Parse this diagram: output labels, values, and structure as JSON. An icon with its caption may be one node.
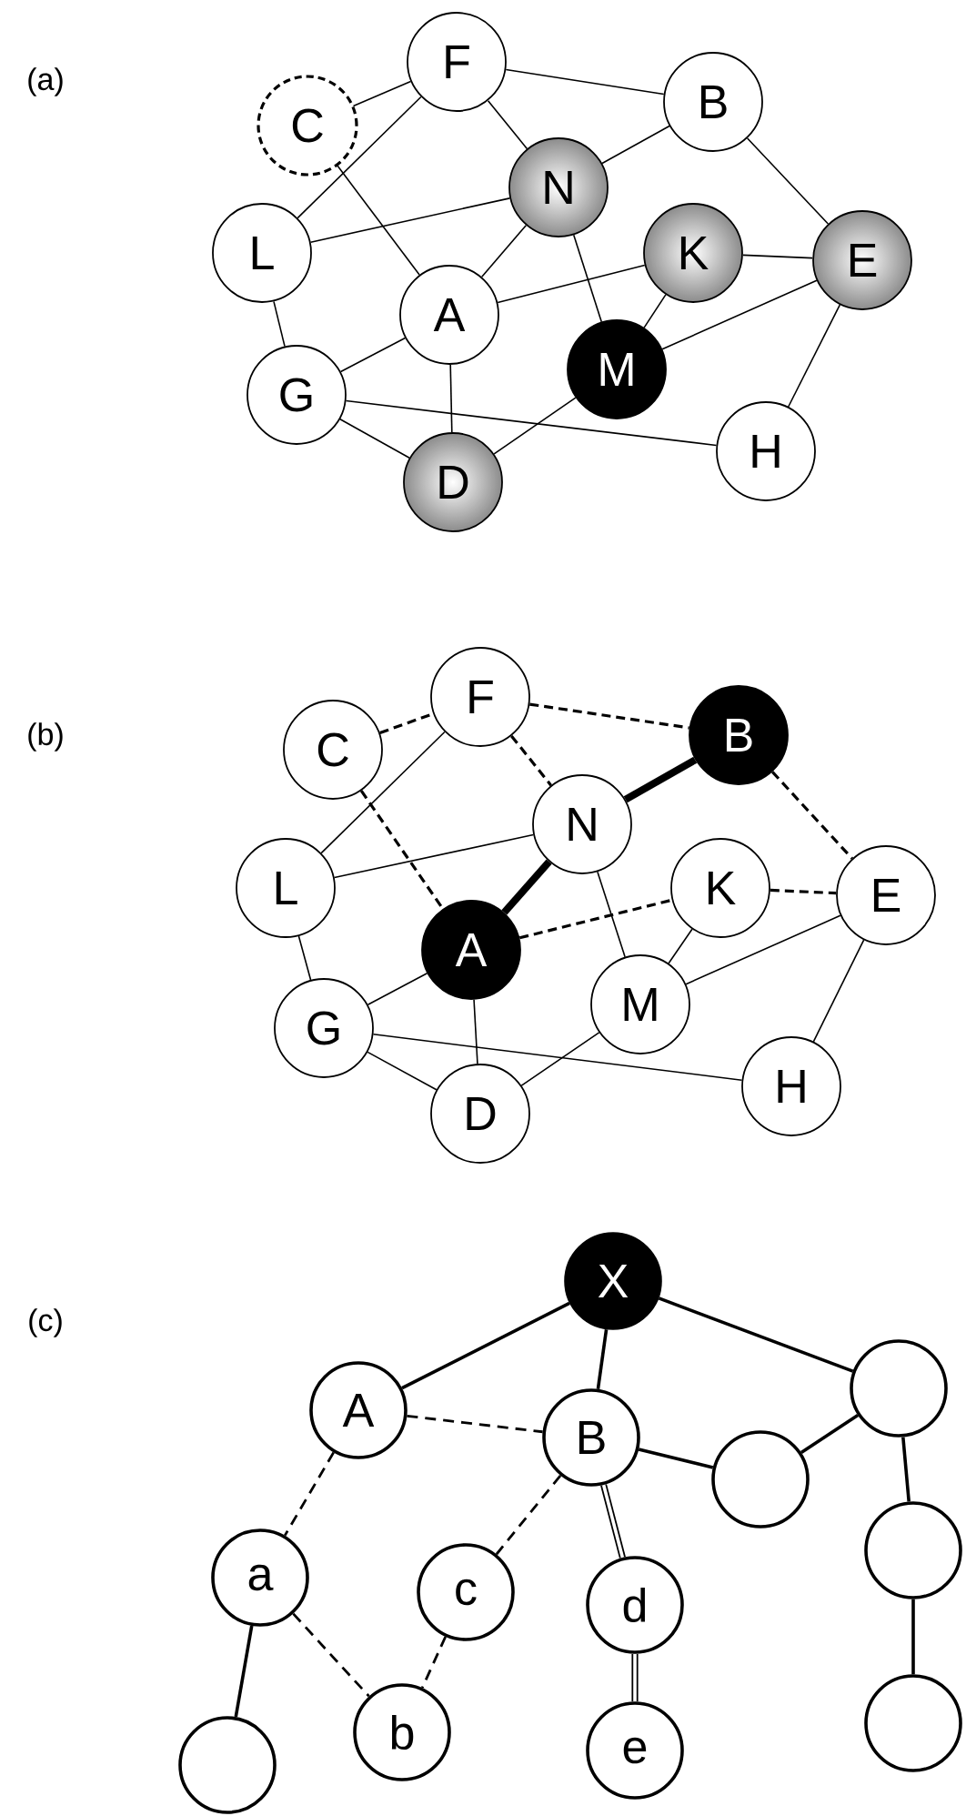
{
  "diagram": {
    "nodes": [
      {
        "text": [
          "F"
        ]
      },
      {
        "text": [
          "B"
        ]
      },
      {
        "text": [
          "C"
        ]
      },
      {
        "text": [
          "N"
        ]
      },
      {
        "text": [
          "L"
        ]
      },
      {
        "text": [
          "K"
        ]
      },
      {
        "text": [
          "E"
        ]
      },
      {
        "text": [
          "A"
        ]
      },
      {
        "text": [
          "M"
        ]
      },
      {
        "text": [
          "G"
        ]
      },
      {
        "text": [
          "H"
        ]
      },
      {
        "text": [
          "D"
        ]
      },
      {
        "text": [
          "F"
        ]
      },
      {
        "text": [
          "B"
        ]
      },
      {
        "text": [
          "C"
        ]
      },
      {
        "text": [
          "N"
        ]
      },
      {
        "text": [
          "L"
        ]
      },
      {
        "text": [
          "K"
        ]
      },
      {
        "text": [
          "E"
        ]
      },
      {
        "text": [
          "A"
        ]
      },
      {
        "text": [
          "M"
        ]
      },
      {
        "text": [
          "G"
        ]
      },
      {
        "text": [
          "H"
        ]
      },
      {
        "text": [
          "D"
        ]
      },
      {
        "text": [
          "X"
        ]
      },
      {
        "text": [],
        "shape": "circle"
      },
      {
        "text": [
          "A"
        ]
      },
      {
        "text": [
          "B"
        ]
      },
      {
        "text": [],
        "shape": "circle"
      },
      {
        "text": [],
        "shape": "circle"
      },
      {
        "text": [
          "a"
        ]
      },
      {
        "text": [
          "c"
        ]
      },
      {
        "text": [
          "d"
        ]
      },
      {
        "text": [],
        "shape": "circle"
      },
      {
        "text": [
          "b"
        ]
      },
      {
        "text": [
          "e"
        ]
      },
      {
        "text": [],
        "shape": "circle"
      }
    ],
    "edges": [
      {
        "from": 2,
        "to": 0,
        "arrow": "none"
      },
      {
        "from": 0,
        "to": 1,
        "arrow": "none"
      },
      {
        "from": 0,
        "to": 3,
        "arrow": "none"
      },
      {
        "from": 0,
        "to": 4,
        "arrow": "none"
      },
      {
        "from": 2,
        "to": 7,
        "arrow": "none"
      },
      {
        "from": 1,
        "to": 3,
        "arrow": "none"
      },
      {
        "from": 1,
        "to": 6,
        "arrow": "none"
      },
      {
        "from": 4,
        "to": 3,
        "arrow": "none"
      },
      {
        "from": 4,
        "to": 9,
        "arrow": "none"
      },
      {
        "from": 3,
        "to": 7,
        "arrow": "none"
      },
      {
        "from": 3,
        "to": 8,
        "arrow": "none"
      },
      {
        "from": 7,
        "to": 5,
        "arrow": "none"
      },
      {
        "from": 7,
        "to": 9,
        "arrow": "none"
      },
      {
        "from": 7,
        "to": 11,
        "arrow": "none"
      },
      {
        "from": 5,
        "to": 6,
        "arrow": "none"
      },
      {
        "from": 5,
        "to": 8,
        "arrow": "none"
      },
      {
        "from": 8,
        "to": 6,
        "arrow": "none"
      },
      {
        "from": 8,
        "to": 11,
        "arrow": "none"
      },
      {
        "from": 9,
        "to": 10,
        "arrow": "none"
      },
      {
        "from": 9,
        "to": 11,
        "arrow": "none"
      },
      {
        "from": 6,
        "to": 10,
        "arrow": "none"
      },
      {
        "from": 14,
        "to": 12,
        "arrow": "none",
        "style": "dashed"
      },
      {
        "from": 12,
        "to": 13,
        "arrow": "none",
        "style": "dashed"
      },
      {
        "from": 12,
        "to": 15,
        "arrow": "none",
        "style": "dashed"
      },
      {
        "from": 12,
        "to": 16,
        "arrow": "none"
      },
      {
        "from": 14,
        "to": 19,
        "arrow": "none",
        "style": "dashed"
      },
      {
        "from": 13,
        "to": 15,
        "arrow": "none",
        "style": "thick"
      },
      {
        "from": 15,
        "to": 19,
        "arrow": "none",
        "style": "thick"
      },
      {
        "from": 13,
        "to": 18,
        "arrow": "none",
        "style": "dashed"
      },
      {
        "from": 16,
        "to": 15,
        "arrow": "none"
      },
      {
        "from": 16,
        "to": 21,
        "arrow": "none"
      },
      {
        "from": 19,
        "to": 17,
        "arrow": "none",
        "style": "dashed"
      },
      {
        "from": 17,
        "to": 18,
        "arrow": "none",
        "style": "dashed"
      },
      {
        "from": 15,
        "to": 20,
        "arrow": "none"
      },
      {
        "from": 17,
        "to": 20,
        "arrow": "none"
      },
      {
        "from": 20,
        "to": 18,
        "arrow": "none"
      },
      {
        "from": 19,
        "to": 21,
        "arrow": "none"
      },
      {
        "from": 19,
        "to": 23,
        "arrow": "none"
      },
      {
        "from": 20,
        "to": 23,
        "arrow": "none"
      },
      {
        "from": 21,
        "to": 22,
        "arrow": "none"
      },
      {
        "from": 21,
        "to": 23,
        "arrow": "none"
      },
      {
        "from": 18,
        "to": 22,
        "arrow": "none"
      },
      {
        "from": 24,
        "to": 26,
        "arrow": "none"
      },
      {
        "from": 24,
        "to": 27,
        "arrow": "none"
      },
      {
        "from": 24,
        "to": 25,
        "arrow": "none"
      },
      {
        "from": 26,
        "to": 27,
        "arrow": "none",
        "style": "dashed"
      },
      {
        "from": 26,
        "to": 30,
        "arrow": "none",
        "style": "dashed"
      },
      {
        "from": 27,
        "to": 28,
        "arrow": "none"
      },
      {
        "from": 28,
        "to": 25,
        "arrow": "none"
      },
      {
        "from": 25,
        "to": 29,
        "arrow": "none"
      },
      {
        "from": 29,
        "to": 33,
        "arrow": "none"
      },
      {
        "from": 27,
        "to": 31,
        "arrow": "none",
        "style": "dashed"
      },
      {
        "from": 27,
        "to": 32,
        "arrow": "none",
        "style": "thick"
      },
      {
        "from": 32,
        "to": 35,
        "arrow": "none",
        "style": "thick"
      },
      {
        "from": 30,
        "to": 36,
        "arrow": "none"
      },
      {
        "from": 30,
        "to": 34,
        "arrow": "none",
        "style": "dashed"
      },
      {
        "from": 31,
        "to": 34,
        "arrow": "none",
        "style": "dashed"
      }
    ],
    "labels": [
      "(a)",
      "(b)",
      "(c)"
    ]
  }
}
